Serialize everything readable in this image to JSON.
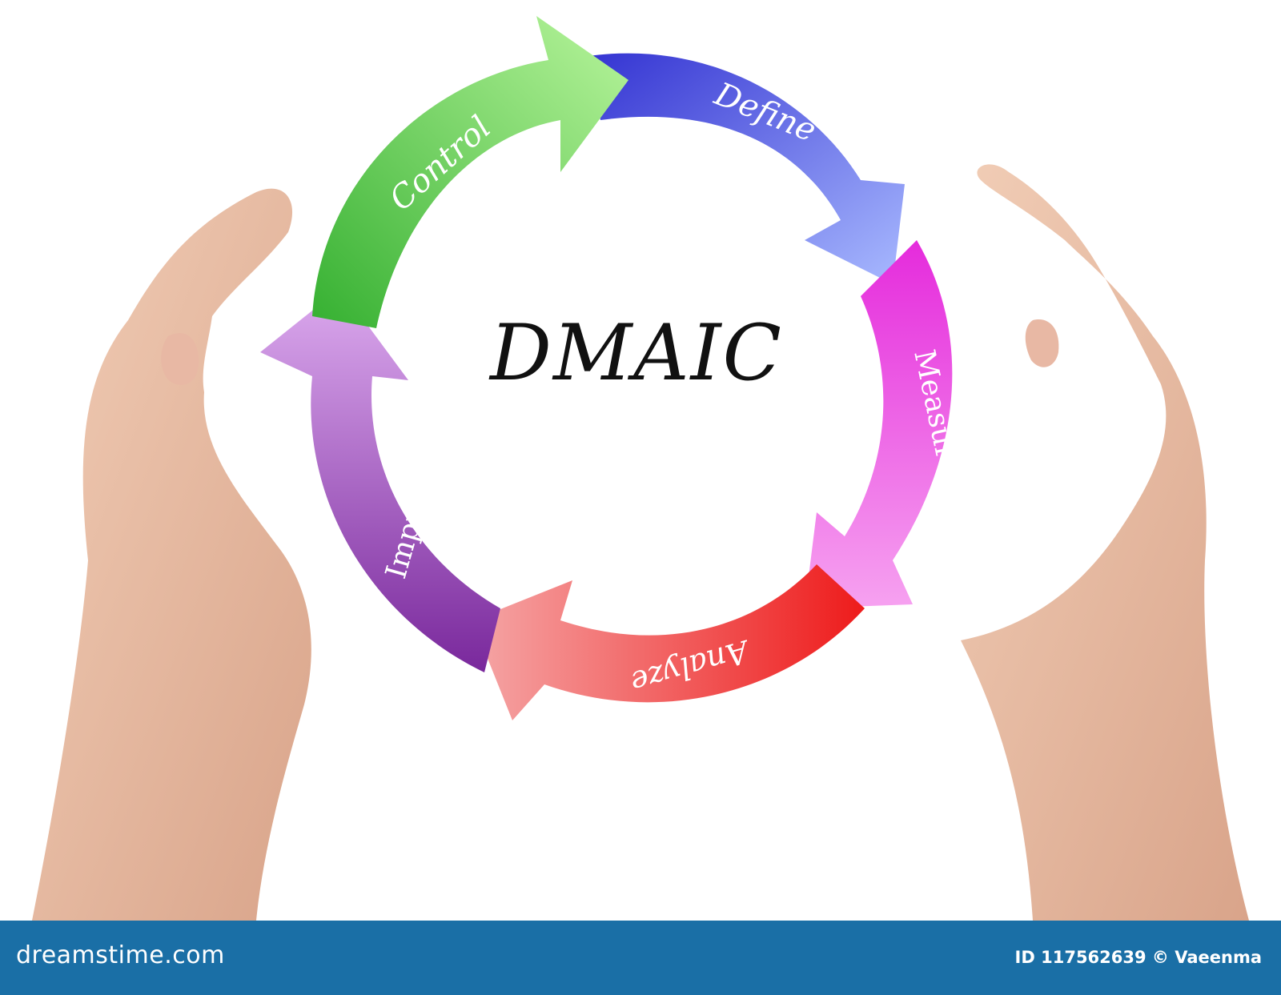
{
  "diagram": {
    "center_label": "DMAIC",
    "steps": [
      {
        "label": "Define",
        "color_start": "#3a3ad6",
        "color_end": "#a9b9ff"
      },
      {
        "label": "Measure",
        "color_start": "#e62ee0",
        "color_end": "#f7a6f2"
      },
      {
        "label": "Analyze",
        "color_start": "#ee1c1c",
        "color_end": "#f4a4a4"
      },
      {
        "label": "Improve",
        "color_start": "#7b2a9e",
        "color_end": "#d9a8ec"
      },
      {
        "label": "Control",
        "color_start": "#3fb83b",
        "color_end": "#b4f49a"
      }
    ]
  },
  "footer": {
    "logo": "dreamstime.com",
    "credit": "ID 117562639 © Vaeenma",
    "bar_color": "#1a6fa6"
  }
}
